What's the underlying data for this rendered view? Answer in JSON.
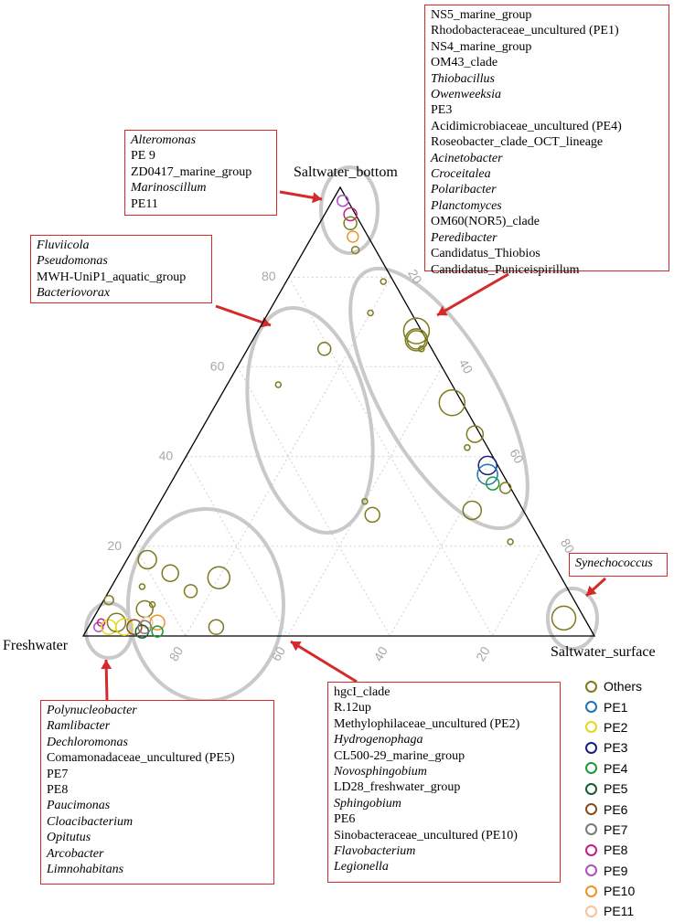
{
  "chart_data": {
    "type": "scatter",
    "subtype": "ternary",
    "vertices": {
      "top": "Saltwater_bottom",
      "left": "Freshwater",
      "right": "Saltwater_surface"
    },
    "axis_ticks": {
      "left_edge": [
        "20",
        "40",
        "60",
        "80"
      ],
      "right_edge": [
        "20",
        "40",
        "60",
        "80"
      ],
      "bottom_edge": [
        "80",
        "60",
        "40",
        "20"
      ]
    },
    "grid": true,
    "points_note": "[saltwater_bottom, freshwater, saltwater_surface] percentages, bubble size relative",
    "points": [
      {
        "c": [
          97,
          1,
          2
        ],
        "s": 6,
        "g": "PE9"
      },
      {
        "c": [
          94,
          1,
          5
        ],
        "s": 7,
        "g": "PE8"
      },
      {
        "c": [
          92,
          2,
          6
        ],
        "s": 7,
        "g": "Others"
      },
      {
        "c": [
          89,
          3,
          8
        ],
        "s": 6,
        "g": "PE10"
      },
      {
        "c": [
          86,
          4,
          10
        ],
        "s": 4,
        "g": "Others"
      },
      {
        "c": [
          79,
          2,
          19
        ],
        "s": 3,
        "g": "Others"
      },
      {
        "c": [
          68,
          1,
          31
        ],
        "s": 14,
        "g": "Others"
      },
      {
        "c": [
          66,
          2,
          32
        ],
        "s": 10,
        "g": "Others"
      },
      {
        "c": [
          66,
          2,
          32
        ],
        "s": 12,
        "g": "Others"
      },
      {
        "c": [
          64,
          2,
          34
        ],
        "s": 3,
        "g": "Others"
      },
      {
        "c": [
          72,
          8,
          20
        ],
        "s": 3,
        "g": "Others"
      },
      {
        "c": [
          64,
          21,
          15
        ],
        "s": 7,
        "g": "Others"
      },
      {
        "c": [
          56,
          34,
          10
        ],
        "s": 3,
        "g": "Others"
      },
      {
        "c": [
          52,
          2,
          46
        ],
        "s": 14,
        "g": "Others"
      },
      {
        "c": [
          45,
          1,
          54
        ],
        "s": 9,
        "g": "Others"
      },
      {
        "c": [
          42,
          4,
          54
        ],
        "s": 3,
        "g": "Others"
      },
      {
        "c": [
          38,
          2,
          60
        ],
        "s": 10,
        "g": "PE3"
      },
      {
        "c": [
          36,
          3,
          61
        ],
        "s": 11,
        "g": "PE1"
      },
      {
        "c": [
          34,
          3,
          63
        ],
        "s": 7,
        "g": "PE4"
      },
      {
        "c": [
          33,
          1,
          66
        ],
        "s": 6,
        "g": "Others"
      },
      {
        "c": [
          28,
          10,
          62
        ],
        "s": 10,
        "g": "Others"
      },
      {
        "c": [
          21,
          6,
          73
        ],
        "s": 3,
        "g": "Others"
      },
      {
        "c": [
          30,
          30,
          40
        ],
        "s": 3,
        "g": "Others"
      },
      {
        "c": [
          27,
          30,
          43
        ],
        "s": 8,
        "g": "Others"
      },
      {
        "c": [
          4,
          4,
          92
        ],
        "s": 13,
        "g": "Others"
      },
      {
        "c": [
          17,
          79,
          4
        ],
        "s": 10,
        "g": "Others"
      },
      {
        "c": [
          14,
          76,
          10
        ],
        "s": 9,
        "g": "Others"
      },
      {
        "c": [
          13,
          67,
          20
        ],
        "s": 12,
        "g": "Others"
      },
      {
        "c": [
          11,
          83,
          6
        ],
        "s": 3,
        "g": "Others"
      },
      {
        "c": [
          10,
          74,
          16
        ],
        "s": 7,
        "g": "Others"
      },
      {
        "c": [
          8,
          91,
          1
        ],
        "s": 5,
        "g": "Others"
      },
      {
        "c": [
          6,
          85,
          9
        ],
        "s": 9,
        "g": "Others"
      },
      {
        "c": [
          3,
          86,
          11
        ],
        "s": 6,
        "g": "PE11"
      },
      {
        "c": [
          3,
          84,
          13
        ],
        "s": 8,
        "g": "PE10"
      },
      {
        "c": [
          2,
          73,
          25
        ],
        "s": 8,
        "g": "Others"
      },
      {
        "c": [
          7,
          83,
          10
        ],
        "s": 3,
        "g": "Others"
      },
      {
        "c": [
          2,
          96,
          2
        ],
        "s": 5,
        "g": "PE9"
      },
      {
        "c": [
          3,
          95,
          2
        ],
        "s": 4,
        "g": "PE8"
      },
      {
        "c": [
          2,
          94,
          4
        ],
        "s": 8,
        "g": "PE2"
      },
      {
        "c": [
          3,
          92,
          5
        ],
        "s": 10,
        "g": "Others"
      },
      {
        "c": [
          2,
          91,
          7
        ],
        "s": 9,
        "g": "PE2"
      },
      {
        "c": [
          2,
          89,
          9
        ],
        "s": 8,
        "g": "PE6"
      },
      {
        "c": [
          1,
          88,
          11
        ],
        "s": 7,
        "g": "PE5"
      },
      {
        "c": [
          2,
          87,
          11
        ],
        "s": 7,
        "g": "PE7"
      },
      {
        "c": [
          1,
          85,
          14
        ],
        "s": 6,
        "g": "PE4"
      }
    ],
    "legend": [
      {
        "name": "Others",
        "color": "#7d7a1b"
      },
      {
        "name": "PE1",
        "color": "#1f73b4"
      },
      {
        "name": "PE2",
        "color": "#e5d81c"
      },
      {
        "name": "PE3",
        "color": "#1b1e7d"
      },
      {
        "name": "PE4",
        "color": "#1a9a3d"
      },
      {
        "name": "PE5",
        "color": "#155c2e"
      },
      {
        "name": "PE6",
        "color": "#8a4a1e"
      },
      {
        "name": "PE7",
        "color": "#7a7a7a"
      },
      {
        "name": "PE8",
        "color": "#c41e83"
      },
      {
        "name": "PE9",
        "color": "#b050c0"
      },
      {
        "name": "PE10",
        "color": "#f0932b"
      },
      {
        "name": "PE11",
        "color": "#f5c29b"
      }
    ]
  },
  "boxes": {
    "top_right": [
      {
        "t": "NS5_marine_group",
        "i": false
      },
      {
        "t": "Rhodobacteraceae_uncultured (PE1)",
        "i": false
      },
      {
        "t": "NS4_marine_group",
        "i": false
      },
      {
        "t": "OM43_clade",
        "i": false
      },
      {
        "t": "Thiobacillus",
        "i": true
      },
      {
        "t": "Owenweeksia",
        "i": true
      },
      {
        "t": "PE3",
        "i": false
      },
      {
        "t": "Acidimicrobiaceae_uncultured (PE4)",
        "i": false
      },
      {
        "t": "Roseobacter_clade_OCT_lineage",
        "i": false
      },
      {
        "t": "Acinetobacter",
        "i": true
      },
      {
        "t": "Croceitalea",
        "i": true
      },
      {
        "t": "Polaribacter",
        "i": true
      },
      {
        "t": "Planctomyces",
        "i": true
      },
      {
        "t": "OM60(NOR5)_clade",
        "i": false
      },
      {
        "t": "Peredibacter",
        "i": true
      },
      {
        "t": "Candidatus_Thiobios",
        "i": false
      },
      {
        "t": "Candidatus_Puniceispirillum",
        "i": false
      }
    ],
    "top_left": [
      {
        "t": "Alteromonas",
        "i": true
      },
      {
        "t": "PE 9",
        "i": false
      },
      {
        "t": "ZD0417_marine_group",
        "i": false
      },
      {
        "t": "Marinoscillum",
        "i": true
      },
      {
        "t": "PE11",
        "i": false
      }
    ],
    "mid_left": [
      {
        "t": "Fluviicola",
        "i": true
      },
      {
        "t": "Pseudomonas",
        "i": true
      },
      {
        "t": "MWH-UniP1_aquatic_group",
        "i": false
      },
      {
        "t": "Bacteriovorax",
        "i": true
      }
    ],
    "right_small": [
      {
        "t": "Synechococcus",
        "i": true
      }
    ],
    "bottom_left": [
      {
        "t": "Polynucleobacter",
        "i": true
      },
      {
        "t": "Ramlibacter",
        "i": true
      },
      {
        "t": "Dechloromonas",
        "i": true
      },
      {
        "t": "Comamonadaceae_uncultured (PE5)",
        "i": false
      },
      {
        "t": "PE7",
        "i": false
      },
      {
        "t": "PE8",
        "i": false
      },
      {
        "t": "Paucimonas",
        "i": true
      },
      {
        "t": "Cloacibacterium",
        "i": true
      },
      {
        "t": "Opitutus",
        "i": true
      },
      {
        "t": "Arcobacter",
        "i": true
      },
      {
        "t": "Limnohabitans",
        "i": true
      }
    ],
    "bottom_mid": [
      {
        "t": "hgcI_clade",
        "i": false
      },
      {
        "t": "R.12up",
        "i": false
      },
      {
        "t": "Methylophilaceae_uncultured (PE2)",
        "i": false
      },
      {
        "t": "Hydrogenophaga",
        "i": true
      },
      {
        "t": "CL500-29_marine_group",
        "i": false
      },
      {
        "t": "Novosphingobium",
        "i": true
      },
      {
        "t": "LD28_freshwater_group",
        "i": false
      },
      {
        "t": "Sphingobium",
        "i": true
      },
      {
        "t": "PE6",
        "i": false
      },
      {
        "t": "Sinobacteraceae_uncultured (PE10)",
        "i": false
      },
      {
        "t": "Flavobacterium",
        "i": true
      },
      {
        "t": "Legionella",
        "i": true
      }
    ]
  }
}
